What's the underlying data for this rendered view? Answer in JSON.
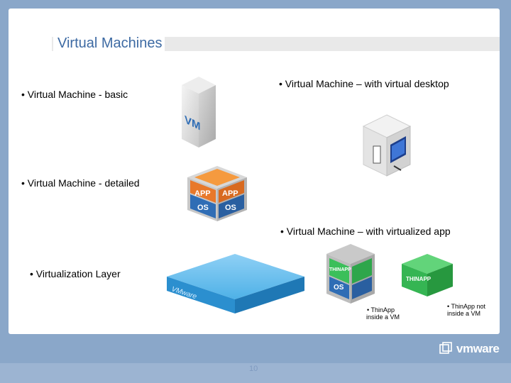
{
  "slide": {
    "title": "Virtual Machines",
    "page_number": "10"
  },
  "bullets": {
    "vm_basic": "• Virtual Machine - basic",
    "vm_desktop": "• Virtual Machine – with virtual desktop",
    "vm_detailed": "• Virtual Machine - detailed",
    "vm_app": "• Virtual Machine – with virtualized app",
    "virt_layer": "• Virtualization Layer"
  },
  "captions": {
    "thinapp_inside_1": "• ThinApp",
    "thinapp_inside_2": "inside a VM",
    "thinapp_not_1": "• ThinApp not",
    "thinapp_not_2": "inside a VM"
  },
  "icons": {
    "vm_label": "VM",
    "app_label": "APP",
    "os_label": "OS",
    "thinapp_label": "THINAPP",
    "vmware_label": "VMware"
  },
  "logo": {
    "text": "vmware"
  },
  "colors": {
    "background": "#8aa7c9",
    "title": "#3d6aa3",
    "orange": "#e8782a",
    "blue": "#2f6db5",
    "green": "#3bbf5a",
    "cyan": "#3aa6e0"
  }
}
